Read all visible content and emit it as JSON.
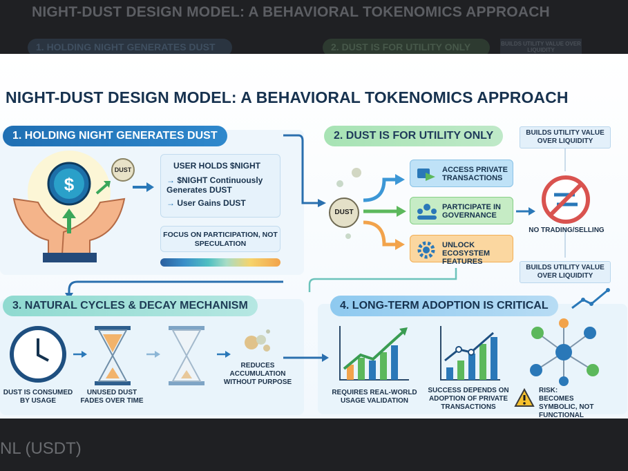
{
  "background": {
    "title": "NIGHT-DUST DESIGN MODEL: A BEHAVIORAL TOKENOMICS APPROACH",
    "pill1": "1. HOLDING NIGHT GENERATES DUST",
    "pill2": "2. DUST IS FOR UTILITY ONLY",
    "small": "BUILDS UTILITY VALUE OVER LIQUIDITY",
    "bottom_text": "NL (USDT)"
  },
  "infographic": {
    "title": "NIGHT-DUST DESIGN MODEL: A BEHAVIORAL TOKENOMICS APPROACH",
    "section1": {
      "heading": "1. HOLDING NIGHT GENERATES DUST",
      "coin_badge": "DUST",
      "info_header": "USER HOLDS $NIGHT",
      "info_line1": "$NIGHT Continuously Generates DUST",
      "info_line2": "User Gains DUST",
      "focus": "FOCUS ON PARTICIPATION, NOT SPECULATION"
    },
    "section2": {
      "heading": "2. DUST IS FOR UTILITY ONLY",
      "top_label": "BUILDS UTILITY VALUE OVER LIQUIDITY",
      "bottom_label": "BUILDS UTILITY VALUE OVER LIQUIDITY",
      "dust_node": "DUST",
      "items": [
        {
          "label": "ACCESS PRIVATE TRANSACTIONS",
          "icon": "private-transaction-icon"
        },
        {
          "label": "PARTICIPATE IN GOVERNANCE",
          "icon": "governance-people-icon"
        },
        {
          "label": "UNLOCK ECOSYSTEM FEATURES",
          "icon": "gear-icon"
        }
      ],
      "no_trading": "NO TRADING/SELLING"
    },
    "section3": {
      "heading": "3. NATURAL CYCLES & DECAY MECHANISM",
      "cap1": "DUST IS CONSUMED BY USAGE",
      "cap2": "UNUSED DUST FADES OVER TIME",
      "cap3": "REDUCES ACCUMULATION WITHOUT PURPOSE"
    },
    "section4": {
      "heading": "4. LONG-TERM ADOPTION IS CRITICAL",
      "cap1": "REQUIRES REAL-WORLD USAGE VALIDATION",
      "cap2": "SUCCESS DEPENDS ON ADOPTION OF PRIVATE TRANSACTIONS",
      "risk_title": "RISK:",
      "risk_text": "BECOMES SYMBOLIC, NOT FUNCTIONAL"
    },
    "colors": {
      "navy": "#17324f",
      "blue": "#2a78b8",
      "green": "#5cb85c",
      "orange": "#f2a34b",
      "red": "#d9534f"
    }
  }
}
